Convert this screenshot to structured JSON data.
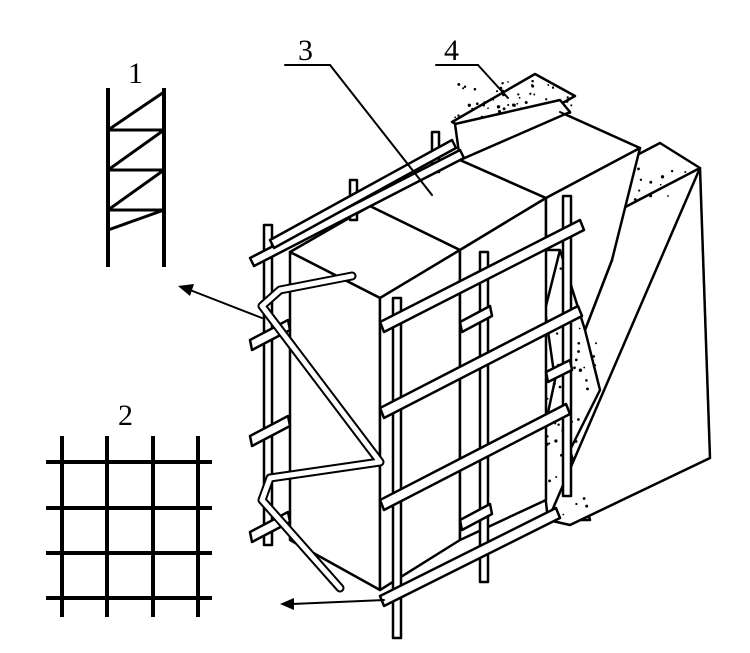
{
  "labels": {
    "ladder": "1",
    "mesh": "2",
    "block": "3",
    "plaster": "4"
  },
  "colors": {
    "ink": "#000000",
    "paper": "#ffffff"
  }
}
